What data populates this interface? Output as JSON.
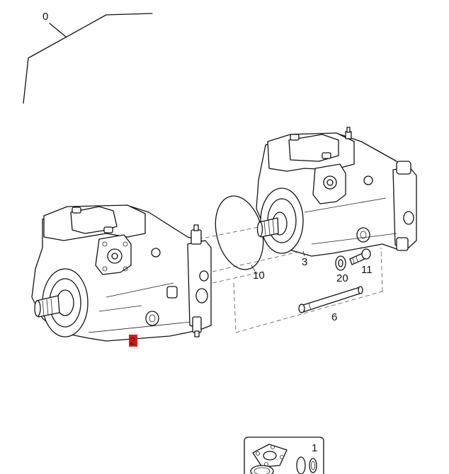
{
  "diagram": {
    "labels": {
      "part_0": "0",
      "part_1": "1",
      "part_2": "2",
      "part_3": "3",
      "part_6": "6",
      "part_10": "10",
      "part_11": "11",
      "part_20": "20"
    },
    "colors": {
      "line": "#111111",
      "highlight": "#ee1111",
      "background": "#ffffff"
    },
    "icons": [
      "hydraulic-pump-icon",
      "o-ring-icon",
      "screw-icon",
      "washer-icon",
      "tube-icon",
      "seal-kit-icon"
    ]
  }
}
